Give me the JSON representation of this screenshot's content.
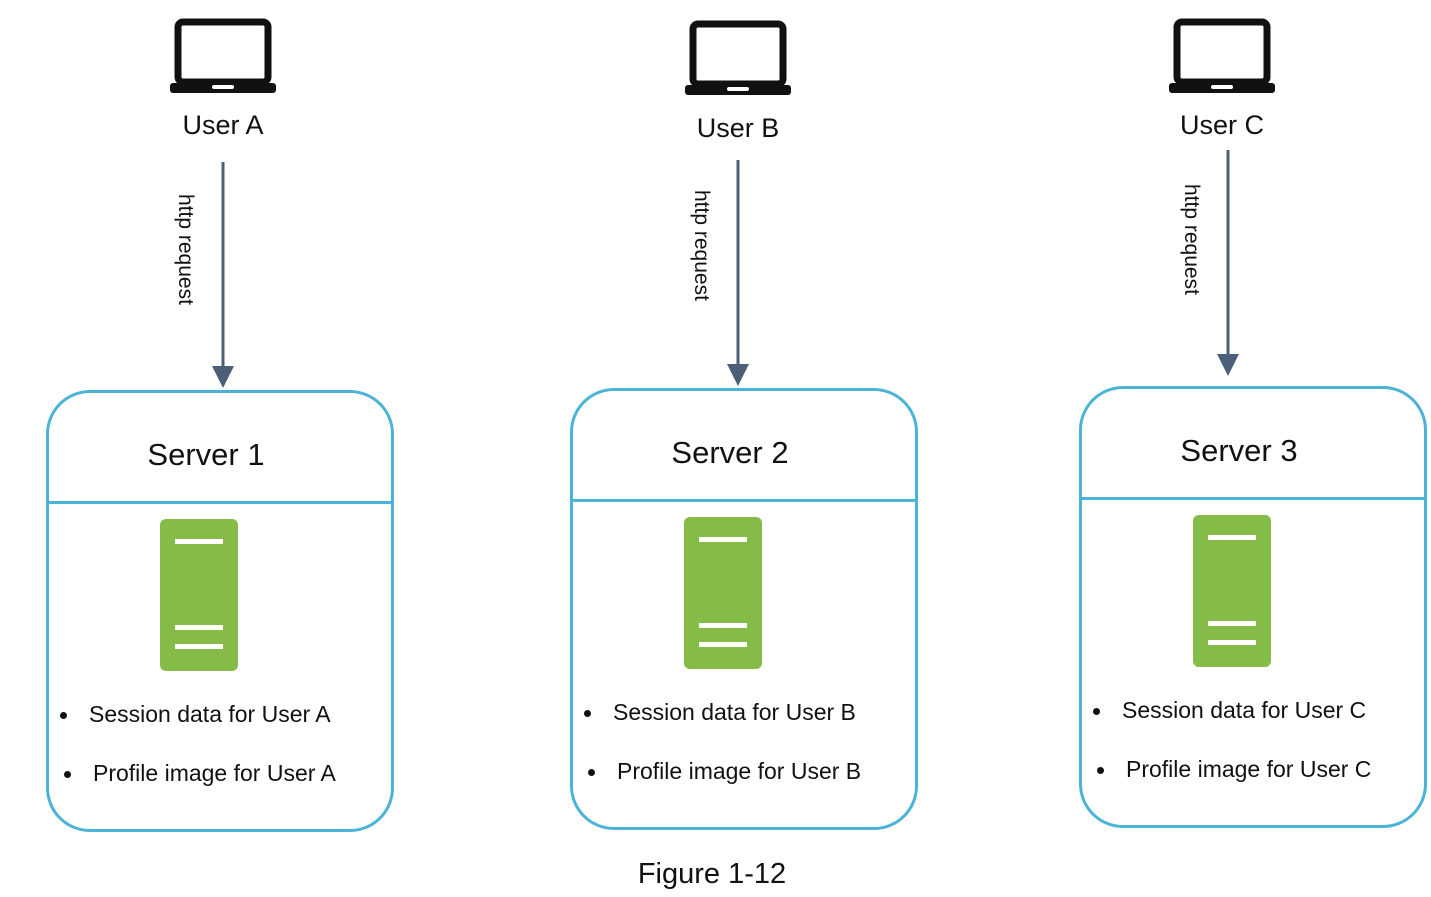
{
  "colors": {
    "box_border": "#4cb3d8",
    "arrow": "#4b6078",
    "server_fill": "#85bb47",
    "icon": "#111111"
  },
  "columns": [
    {
      "user_label": "User A",
      "arrow_label": "http request",
      "server_title": "Server 1",
      "bullets": [
        "Session data for User A",
        "Profile image for User A"
      ]
    },
    {
      "user_label": "User B",
      "arrow_label": "http request",
      "server_title": "Server 2",
      "bullets": [
        "Session data for User B",
        "Profile image for User B"
      ]
    },
    {
      "user_label": "User C",
      "arrow_label": "http request",
      "server_title": "Server 3",
      "bullets": [
        "Session data for User C",
        "Profile image for User C"
      ]
    }
  ],
  "caption": "Figure 1-12"
}
